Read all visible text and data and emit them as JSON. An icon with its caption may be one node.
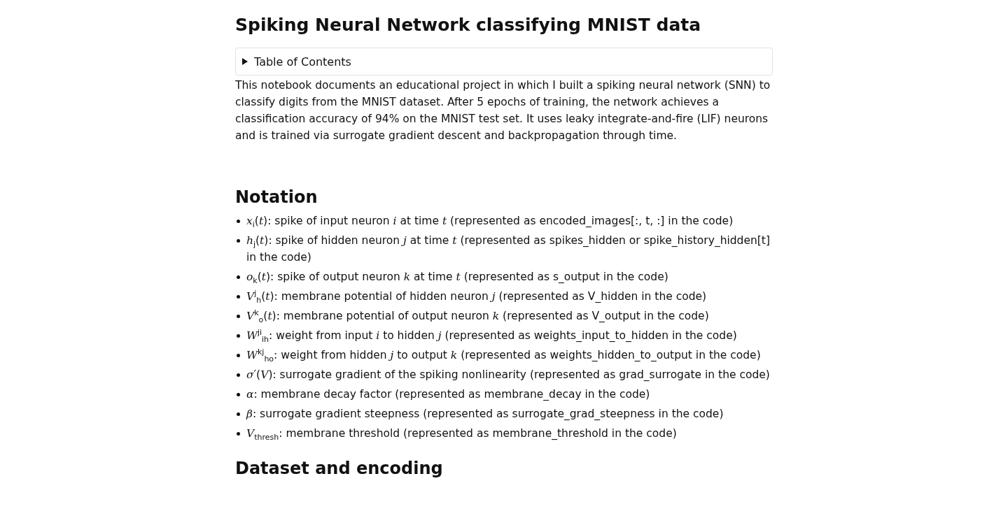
{
  "diagram": {
    "title": "Spiking Neural Network classifying MNIST data",
    "nodes": [
      {
        "text": [
          "Table of Contents"
        ]
      }
    ],
    "labels": [
      "This notebook documents an educational project in which I built a spiking neural network (SNN) to classify digits from the MNIST dataset. After 5 epochs of training, the network achieves a classification accuracy of 94% on the MNIST test set. It uses leaky integrate-and-fire (LIF) neurons and is trained via surrogate gradient descent and backpropagation through time.",
      "Notation",
      "*x*$_{i}$(*t*): spike of input neuron *i* at time *t* (represented as encoded_images[:, t, :] in the code)",
      "*h*$_{j}$(*t*): spike of hidden neuron *j* at time *t* (represented as spikes_hidden or spike_history_hidden[t] in the code)",
      "*o*$_{k}$(*t*): spike of output neuron *k* at time *t* (represented as s_output in the code)",
      "*V*$^{j}$$_{h}$(*t*): membrane potential of hidden neuron *j* (represented as V_hidden in the code)",
      "*V*$^{k}$$_{o}$(*t*): membrane potential of output neuron *k* (represented as V_output in the code)",
      "*W*$^{ji}$$_{ih}$: weight from input *i* to hidden *j* (represented as weights_input_to_hidden in the code)",
      "*W*$^{kj}$$_{ho}$: weight from hidden *j* to output *k* (represented as weights_hidden_to_output in the code)",
      "*σ*′(*V*): surrogate gradient of the spiking nonlinearity (represented as grad_surrogate in the code)",
      "*α*: membrane decay factor (represented as membrane_decay in the code)",
      "*β*: surrogate gradient steepness (represented as surrogate_grad_steepness in the code)",
      "*V*$_{thresh}$: membrane threshold (represented as membrane_threshold in the code)",
      "Dataset and encoding"
    ]
  }
}
